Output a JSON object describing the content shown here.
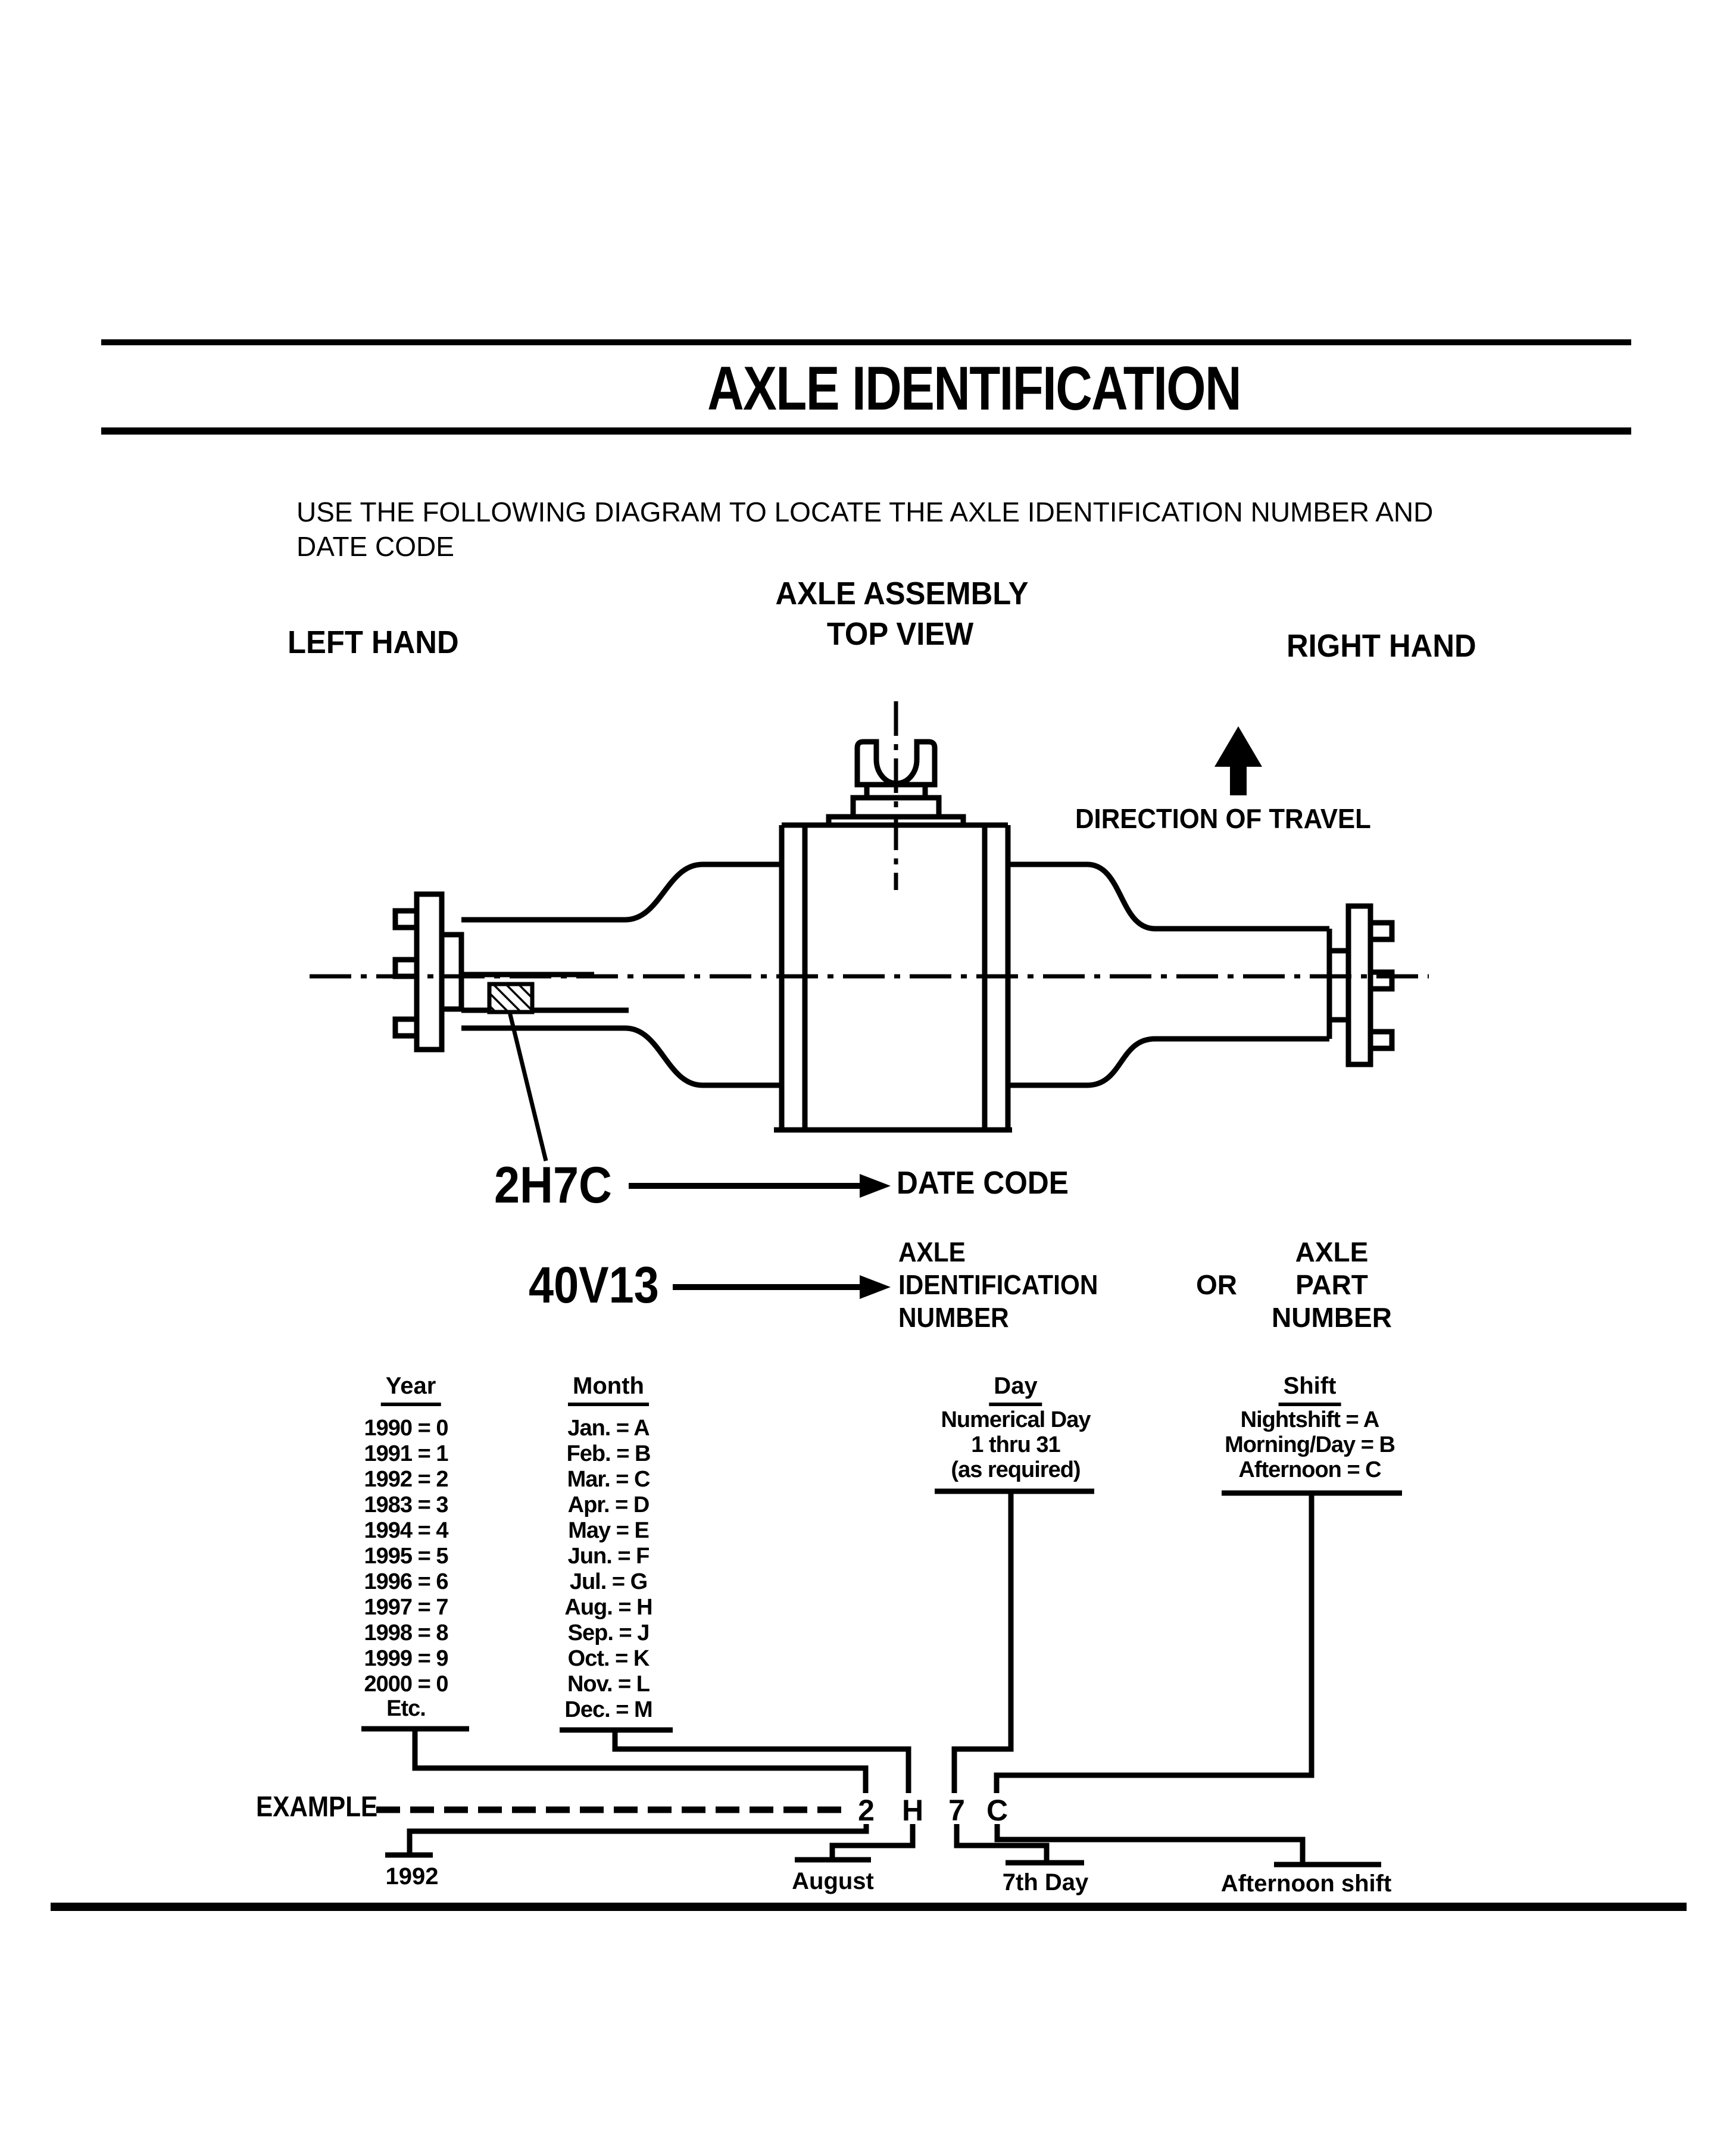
{
  "page": {
    "title": "AXLE IDENTIFICATION"
  },
  "intro": {
    "line1": "USE THE FOLLOWING DIAGRAM TO LOCATE THE AXLE IDENTIFICATION NUMBER AND",
    "line2": "DATE CODE"
  },
  "diagram": {
    "assembly_title_line1": "AXLE ASSEMBLY",
    "assembly_title_line2": "TOP VIEW",
    "left_hand": "LEFT HAND",
    "right_hand": "RIGHT HAND",
    "direction_of_travel": "DIRECTION OF TRAVEL",
    "date_code_value": "2H7C",
    "date_code_label": "DATE CODE",
    "axle_number_value": "40V13",
    "id_label_line1": "AXLE",
    "id_label_line2": "IDENTIFICATION",
    "id_label_line3": "NUMBER",
    "or_label": "OR",
    "part_label_line1": "AXLE",
    "part_label_line2": "PART",
    "part_label_line3": "NUMBER"
  },
  "code_key": {
    "year": {
      "header": "Year",
      "rows": [
        "1990 = 0",
        "1991 = 1",
        "1992 = 2",
        "1983 = 3",
        "1994 = 4",
        "1995 = 5",
        "1996 = 6",
        "1997 = 7",
        "1998 = 8",
        "1999 = 9",
        "2000 = 0",
        "Etc."
      ]
    },
    "month": {
      "header": "Month",
      "rows": [
        "Jan. = A",
        "Feb. = B",
        "Mar. = C",
        "Apr. = D",
        "May = E",
        "Jun. = F",
        "Jul. = G",
        "Aug. = H",
        "Sep. = J",
        "Oct. = K",
        "Nov. = L",
        "Dec. = M"
      ]
    },
    "day": {
      "header": "Day",
      "lines": [
        "Numerical Day",
        "1 thru 31",
        "(as required)"
      ]
    },
    "shift": {
      "header": "Shift",
      "lines": [
        "Nightshift = A",
        "Morning/Day = B",
        "Afternoon = C"
      ]
    }
  },
  "example": {
    "label": "EXAMPLE",
    "digit_year": "2",
    "digit_month": "H",
    "digit_day": "7",
    "digit_shift": "C",
    "caption_year": "1992",
    "caption_month": "August",
    "caption_day": "7th Day",
    "caption_shift": "Afternoon shift"
  }
}
